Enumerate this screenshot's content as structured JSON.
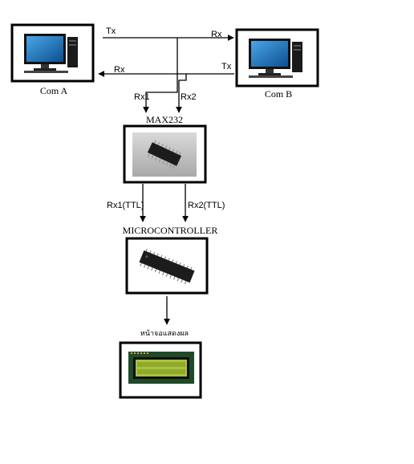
{
  "nodes": {
    "com_a": {
      "label": "Com A"
    },
    "com_b": {
      "label": "Com B"
    },
    "max232": {
      "label": "MAX232"
    },
    "microcontroller": {
      "label": "MICROCONTROLLER"
    },
    "display": {
      "label": "หน้าจอแสดงผล"
    }
  },
  "signals": {
    "tx_a": "Tx",
    "rx_b": "Rx",
    "tx_b": "Tx",
    "rx_a": "Rx",
    "rx1": "Rx1",
    "rx2": "Rx2",
    "rx1_ttl": "Rx1(TTL)",
    "rx2_ttl": "Rx2(TTL)"
  },
  "icons": {
    "computer": "desktop-computer-icon",
    "chip": "ic-chip-icon",
    "lcd": "lcd-module-icon"
  },
  "colors": {
    "line": "#000000",
    "screen": "#1f6fb3",
    "lcd": "#a8c33a"
  }
}
